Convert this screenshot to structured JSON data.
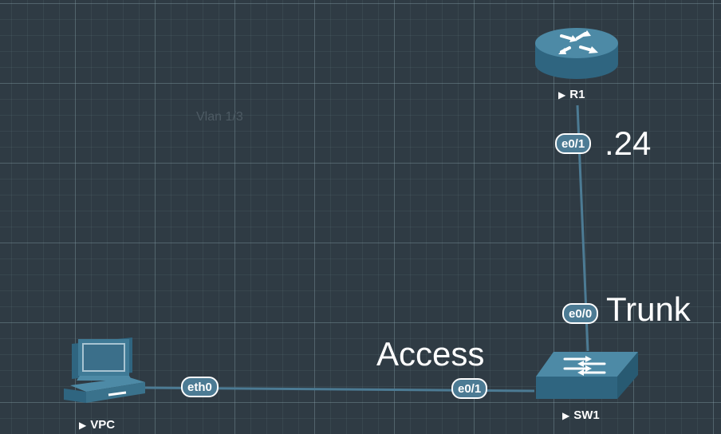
{
  "nodes": {
    "r1": {
      "name": "R1",
      "icon": "router-icon"
    },
    "sw1": {
      "name": "SW1",
      "icon": "switch-icon"
    },
    "vpc": {
      "name": "VPC",
      "icon": "desktop-pc-icon"
    }
  },
  "links": [
    {
      "from": "R1",
      "from_port": "e0/1",
      "to": "SW1",
      "to_port": "e0/0"
    },
    {
      "from": "VPC",
      "from_port": "eth0",
      "to": "SW1",
      "to_port": "e0/1"
    }
  ],
  "annotations": {
    "r1_address": ".24",
    "trunk": "Trunk",
    "access": "Access",
    "faded_text": "Vlan 1/3"
  },
  "colors": {
    "canvas": "#2f3b44",
    "link": "#4c7b94",
    "port_fill": "#4c7b94",
    "device": "#3f7a96"
  }
}
